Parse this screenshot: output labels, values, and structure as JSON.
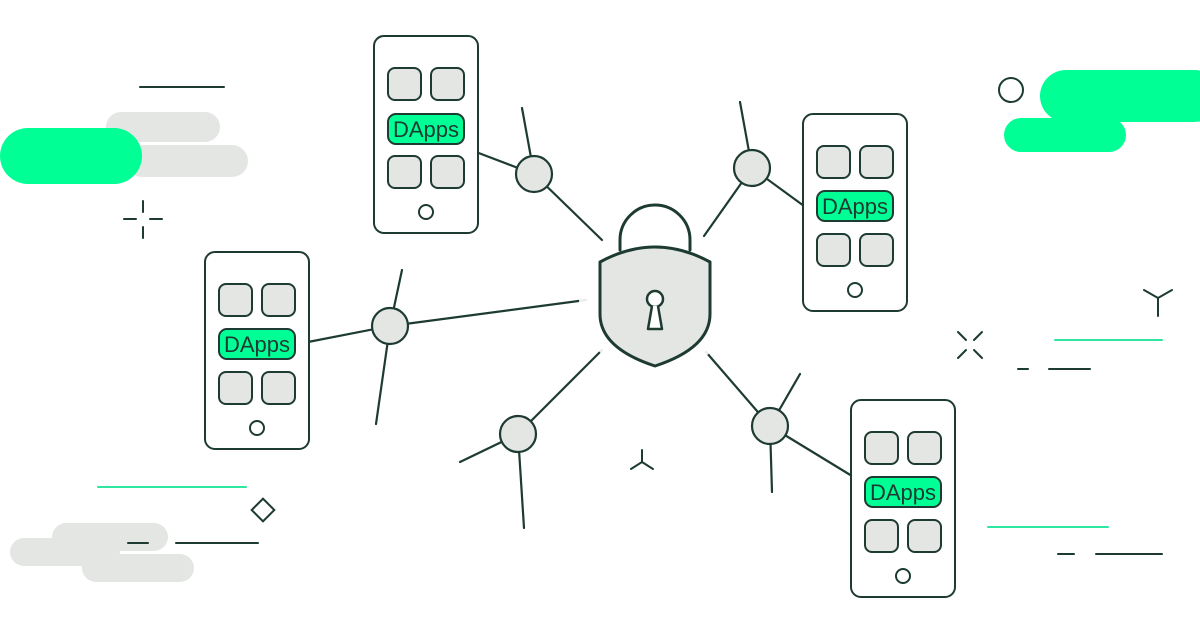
{
  "colors": {
    "ink": "#1d3b32",
    "accent": "#00ff95",
    "accent_light": "#2ee6a0",
    "fill_grey": "#e4e6e4",
    "cloud_grey": "#e4e6e4",
    "background": "#ffffff"
  },
  "icons": {
    "center": "padlock-shield-icon",
    "node": "network-node-icon",
    "device": "smartphone-icon"
  },
  "phones": [
    {
      "id": "top-left",
      "label": "DApps"
    },
    {
      "id": "middle-left",
      "label": "DApps"
    },
    {
      "id": "top-right",
      "label": "DApps"
    },
    {
      "id": "bottom-right",
      "label": "DApps"
    }
  ]
}
